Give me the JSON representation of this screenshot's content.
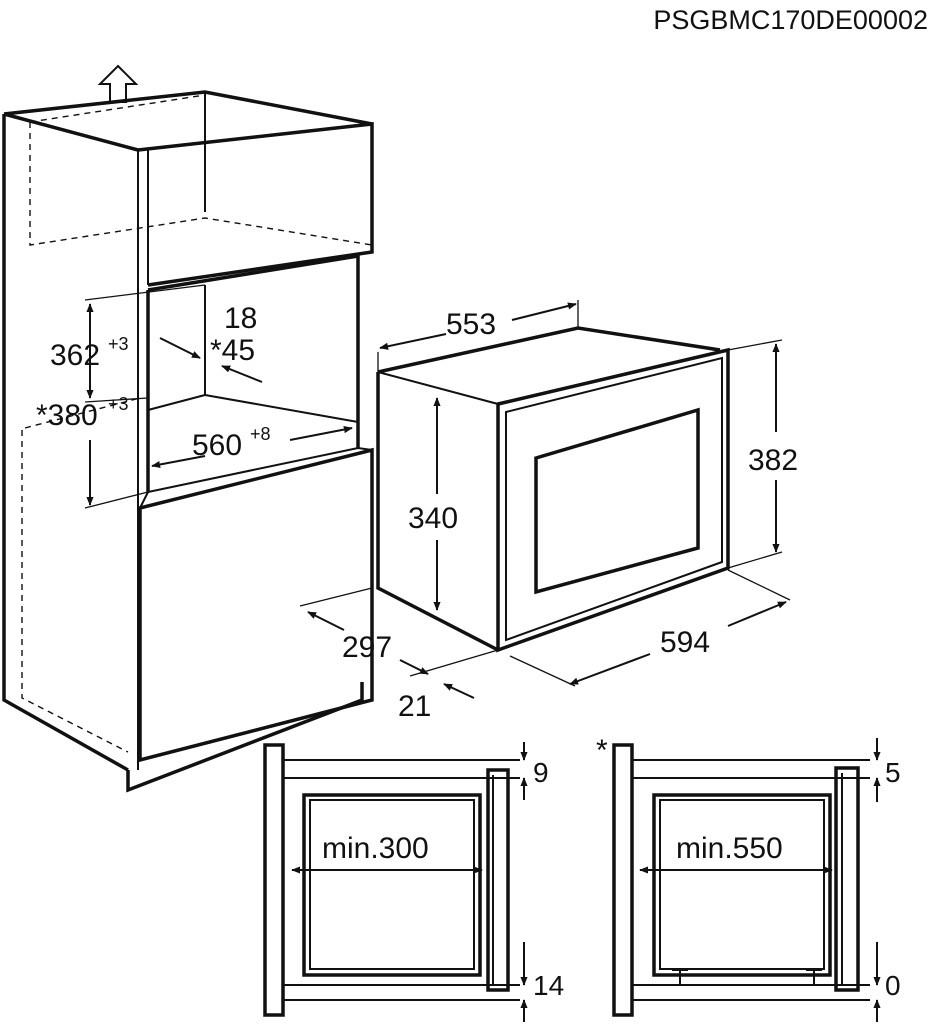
{
  "code": "PSGBMC170DE00002",
  "dims": {
    "d362": "362",
    "d362_tol": "+3",
    "d380": "*380",
    "d380_tol": "+3",
    "d18": "18",
    "d45": "*45",
    "d560": "560",
    "d560_tol": "+8",
    "d553": "553",
    "d382": "382",
    "d340": "340",
    "d297": "297",
    "d594": "594",
    "d21": "21"
  },
  "details": {
    "left": {
      "min_label": "min.300",
      "top_gap": "9",
      "bottom_gap": "14"
    },
    "right": {
      "marker": "*",
      "min_label": "min.550",
      "top_gap": "5",
      "bottom_gap": "0"
    }
  },
  "icons": {
    "up_arrow": "up-arrow-icon"
  }
}
